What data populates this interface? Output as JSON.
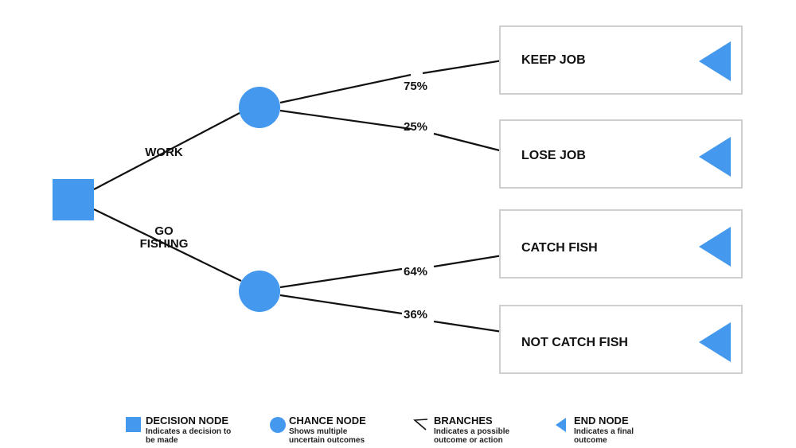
{
  "colors": {
    "node": "#4499ee",
    "line": "#111111",
    "box_border": "#cfcfcf"
  },
  "decision": {
    "options": [
      {
        "label_lines": [
          "WORK"
        ],
        "chance": {
          "outcomes": [
            {
              "probability": "75%",
              "label": "KEEP JOB"
            },
            {
              "probability": "25%",
              "label": "LOSE JOB"
            }
          ]
        }
      },
      {
        "label_lines": [
          "GO",
          "FISHING"
        ],
        "chance": {
          "outcomes": [
            {
              "probability": "64%",
              "label": "CATCH FISH"
            },
            {
              "probability": "36%",
              "label": "NOT CATCH FISH"
            }
          ]
        }
      }
    ]
  },
  "legend": [
    {
      "icon": "square-icon",
      "title": "DECISION NODE",
      "desc_lines": [
        "Indicates a decision to",
        "be made"
      ]
    },
    {
      "icon": "circle-icon",
      "title": "CHANCE NODE",
      "desc_lines": [
        "Shows multiple",
        "uncertain outcomes"
      ]
    },
    {
      "icon": "branch-icon",
      "title": "BRANCHES",
      "desc_lines": [
        "Indicates a possible",
        "outcome or action"
      ]
    },
    {
      "icon": "triangle-icon",
      "title": "END NODE",
      "desc_lines": [
        "Indicates a final",
        "outcome"
      ]
    }
  ]
}
